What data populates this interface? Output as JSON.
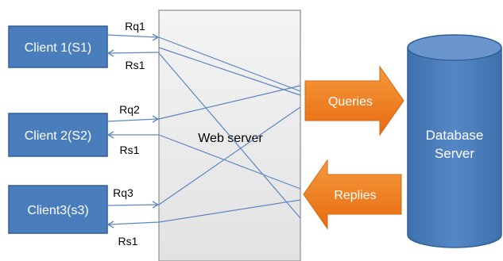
{
  "diagram": {
    "clients": [
      {
        "label": "Client 1(S1)",
        "request": "Rq1",
        "response": "Rs1"
      },
      {
        "label": "Client 2(S2)",
        "request": "Rq2",
        "response": "Rs1"
      },
      {
        "label": "Client3(s3)",
        "request": "Rq3",
        "response": "Rs1"
      }
    ],
    "web_server": {
      "label": "Web server"
    },
    "queries": {
      "label": "Queries"
    },
    "replies": {
      "label": "Replies"
    },
    "database": {
      "line1": "Database",
      "line2": "Server"
    }
  },
  "colors": {
    "client_fill": "#4a7dbb",
    "client_stroke": "#2f5f97",
    "server_fill": "#eeeeee",
    "server_stroke": "#9a9a9a",
    "connector": "#4f7fbf",
    "big_arrow": "#f07a1a",
    "database_fill": "#4a7dbb",
    "database_top": "#6f9ad0"
  },
  "icons": {
    "client": "client-box",
    "server": "server-panel",
    "database": "database-cylinder"
  }
}
